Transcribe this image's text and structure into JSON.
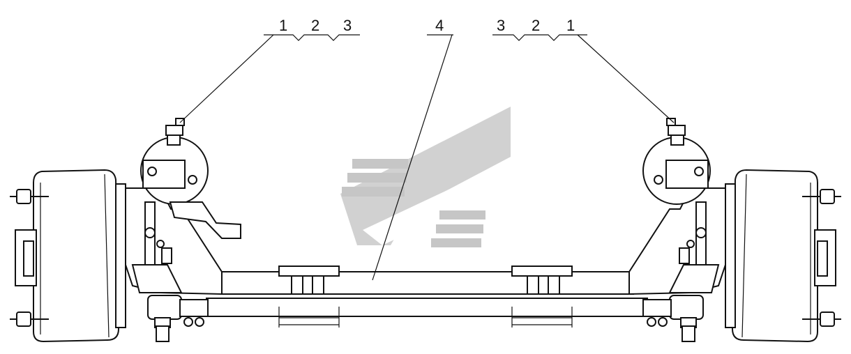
{
  "callouts": {
    "left": [
      "1",
      "2",
      "3"
    ],
    "center": "4",
    "right": [
      "3",
      "2",
      "1"
    ]
  },
  "watermark": {
    "color_dark": "#b7b7b7",
    "color_light": "#d2d2d2"
  }
}
